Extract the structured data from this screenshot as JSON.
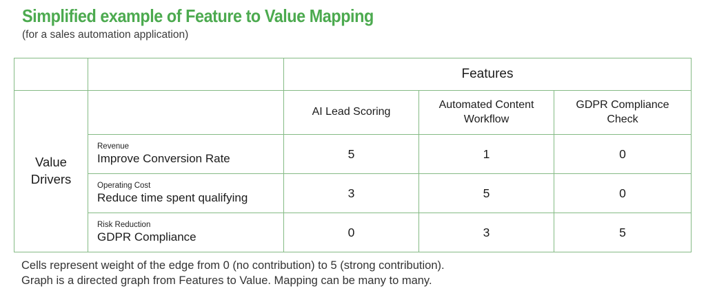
{
  "page": {
    "title": "Simplified example of Feature to Value Mapping",
    "subtitle": "(for a sales automation application)"
  },
  "colors": {
    "title_green": "#4CAA4F",
    "table_border_green": "#84BA84",
    "body_text": "#1b1b1b",
    "note_text": "#333333",
    "background": "#ffffff"
  },
  "chart_data": {
    "type": "table",
    "title": "Simplified example of Feature to Value Mapping",
    "subtitle": "(for a sales automation application)",
    "column_group_header": "Features",
    "row_group_header": "Value Drivers",
    "columns": [
      "AI Lead Scoring",
      "Automated Content Workflow",
      "GDPR Compliance Check"
    ],
    "rows": [
      {
        "category": "Revenue",
        "label": "Improve Conversion Rate",
        "values": [
          5,
          1,
          0
        ]
      },
      {
        "category": "Operating Cost",
        "label": "Reduce time spent qualifying",
        "values": [
          3,
          5,
          0
        ]
      },
      {
        "category": "Risk Reduction",
        "label": "GDPR Compliance",
        "values": [
          0,
          3,
          5
        ]
      }
    ],
    "value_scale": {
      "min": 0,
      "max": 5,
      "min_meaning": "no contribution",
      "max_meaning": "strong contribution"
    },
    "footer": [
      "Cells represent weight of the edge from 0 (no contribution) to 5 (strong contribution).",
      "Graph is a directed graph from Features to Value. Mapping can be many to many."
    ],
    "layout": {
      "grid": true,
      "legend_position": "none"
    }
  }
}
